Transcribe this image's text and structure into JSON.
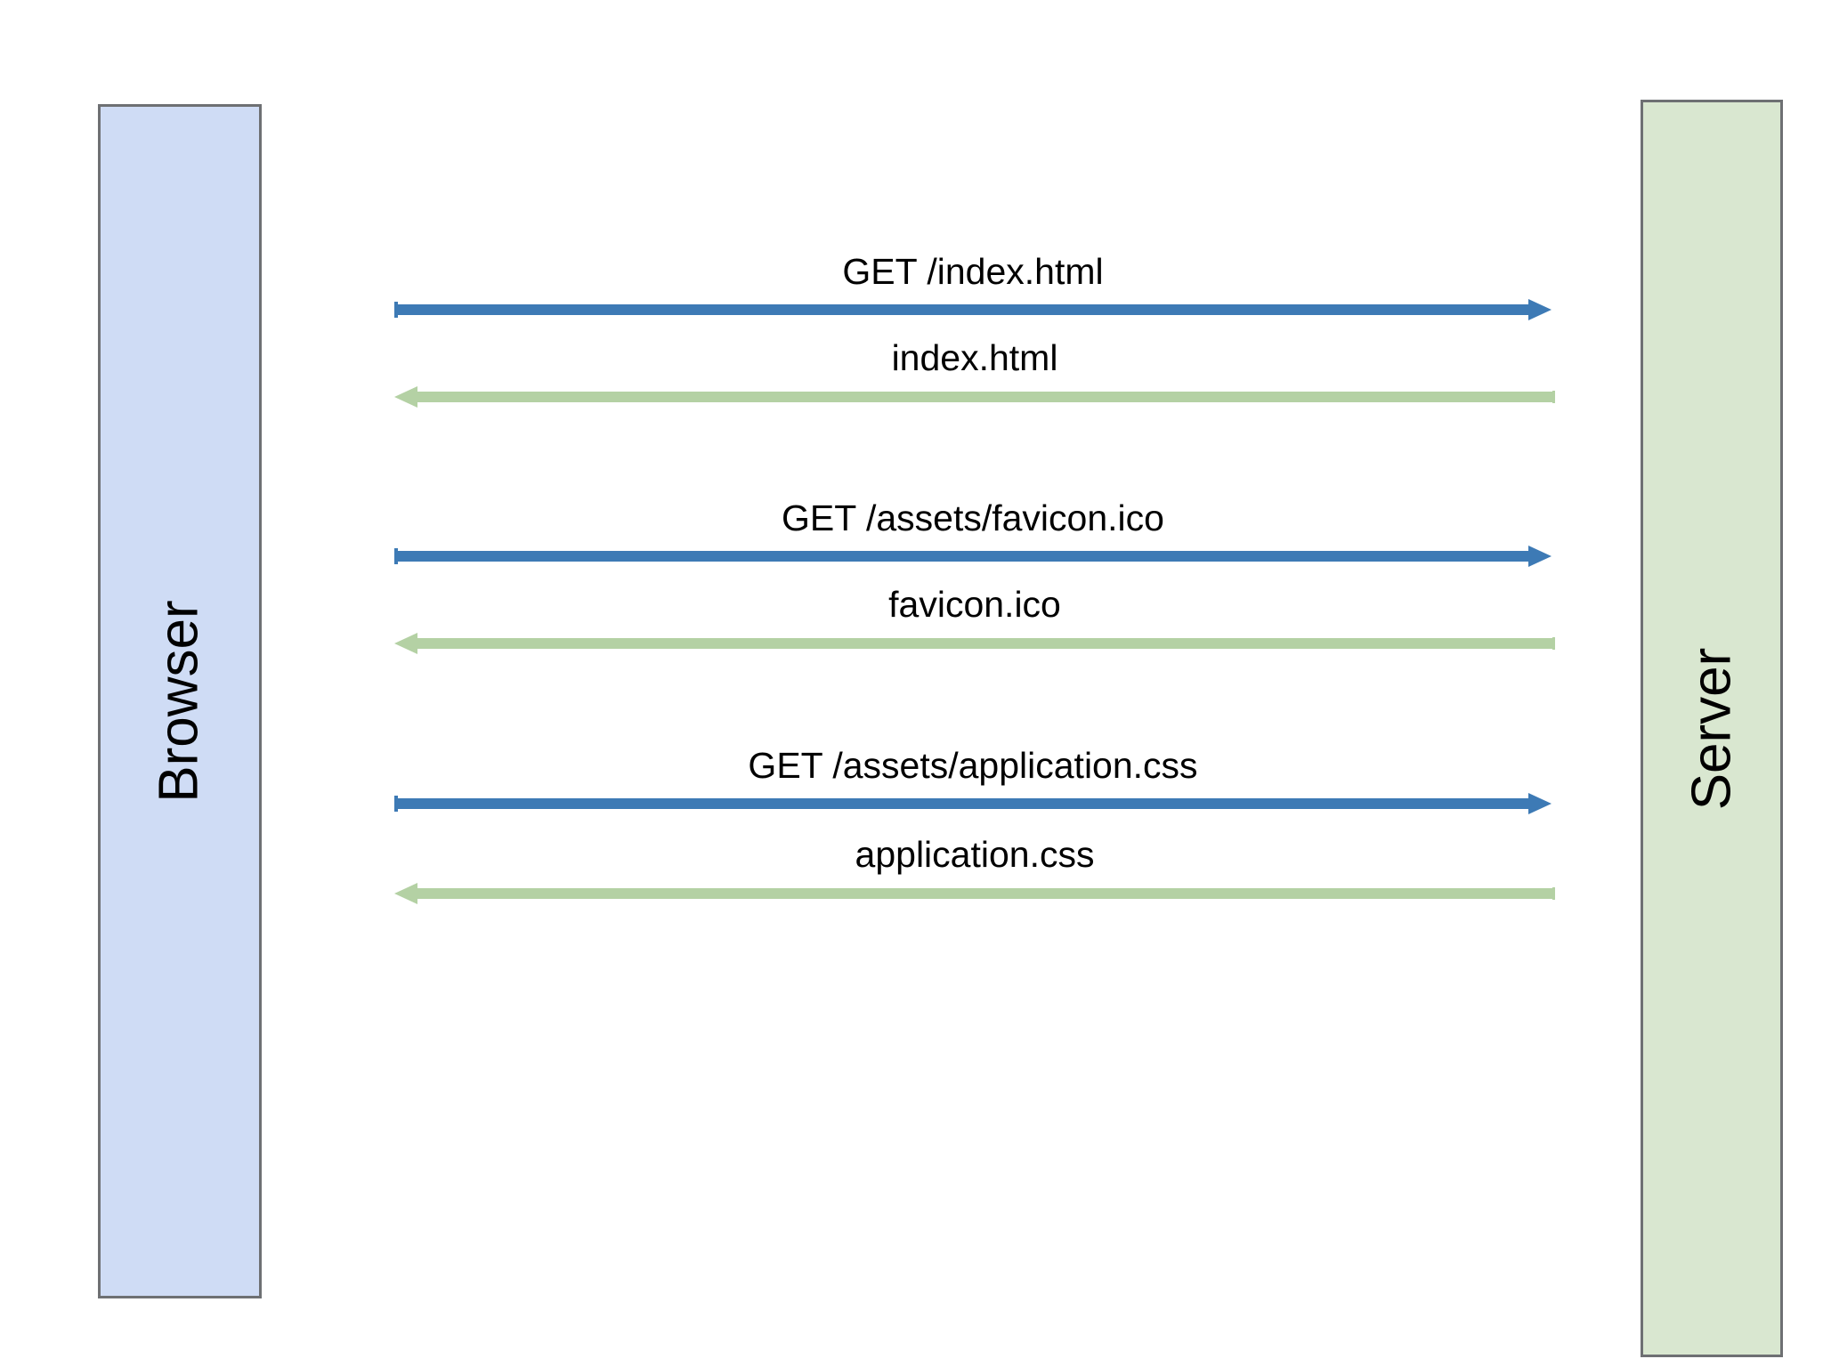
{
  "diagram": {
    "type": "sequence-diagram",
    "title": "",
    "background_color": "#ffffff",
    "participants": [
      {
        "id": "browser",
        "label": "Browser",
        "fill_color": "#cfdcf5",
        "border_color": "#6e7073",
        "side": "left"
      },
      {
        "id": "server",
        "label": "Server",
        "fill_color": "#d9e7d0",
        "border_color": "#6e7073",
        "side": "right"
      }
    ],
    "colors": {
      "request_arrow": "#3d7ab5",
      "response_arrow": "#b4d1a4",
      "text": "#000000",
      "box_border": "#6e7073"
    },
    "messages": [
      {
        "index": 1,
        "label": "GET /index.html",
        "direction": "request",
        "from": "browser",
        "to": "server",
        "color": "#3d7ab5"
      },
      {
        "index": 2,
        "label": "index.html",
        "direction": "response",
        "from": "server",
        "to": "browser",
        "color": "#b4d1a4"
      },
      {
        "index": 3,
        "label": "GET /assets/favicon.ico",
        "direction": "request",
        "from": "browser",
        "to": "server",
        "color": "#3d7ab5"
      },
      {
        "index": 4,
        "label": "favicon.ico",
        "direction": "response",
        "from": "server",
        "to": "browser",
        "color": "#b4d1a4"
      },
      {
        "index": 5,
        "label": "GET /assets/application.css",
        "direction": "request",
        "from": "browser",
        "to": "server",
        "color": "#3d7ab5"
      },
      {
        "index": 6,
        "label": "application.css",
        "direction": "response",
        "from": "server",
        "to": "browser",
        "color": "#b4d1a4"
      }
    ]
  }
}
